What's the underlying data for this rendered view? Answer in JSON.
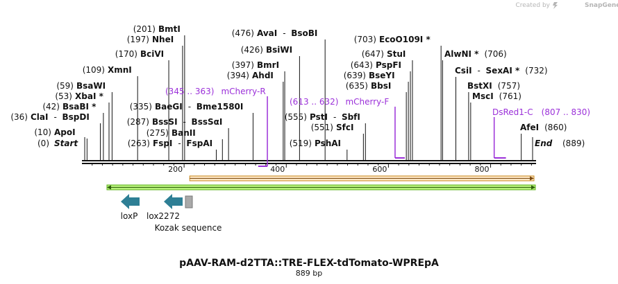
{
  "credit": {
    "prefix": "Created by",
    "brand": "SnapGene"
  },
  "map": {
    "title": "pAAV-RAM-d2TTA::TRE-FLEX-tdTomato-WPREpA",
    "length_label": "889 bp",
    "length_bp": 889,
    "start_label": "Start",
    "end_label": "End",
    "start_pos": "(0)",
    "end_pos": "(889)",
    "ticks": [
      "200",
      "400",
      "600",
      "800"
    ]
  },
  "enzymes": [
    {
      "name": "ApoI",
      "pos": "(10)",
      "bp": 10
    },
    {
      "name": "ClaI",
      "pos": "(36)",
      "bp": 36,
      "partner": "BspDI"
    },
    {
      "name": "BsaBI *",
      "pos": "(42)",
      "bp": 42
    },
    {
      "name": "XbaI *",
      "pos": "(53)",
      "bp": 53
    },
    {
      "name": "BsaWI",
      "pos": "(59)",
      "bp": 59
    },
    {
      "name": "XmnI",
      "pos": "(109)",
      "bp": 109
    },
    {
      "name": "BciVI",
      "pos": "(170)",
      "bp": 170
    },
    {
      "name": "NheI",
      "pos": "(197)",
      "bp": 197
    },
    {
      "name": "BmtI",
      "pos": "(201)",
      "bp": 201
    },
    {
      "name": "FspI",
      "pos": "(263)",
      "bp": 263,
      "partner": "FspAI"
    },
    {
      "name": "BanII",
      "pos": "(275)",
      "bp": 275
    },
    {
      "name": "BssSI",
      "pos": "(287)",
      "bp": 287,
      "partner": "BssSαI"
    },
    {
      "name": "BaeGI",
      "pos": "(335)",
      "bp": 335,
      "partner": "Bme1580I"
    },
    {
      "name": "AhdI",
      "pos": "(394)",
      "bp": 394
    },
    {
      "name": "BmrI",
      "pos": "(397)",
      "bp": 397
    },
    {
      "name": "BsiWI",
      "pos": "(426)",
      "bp": 426
    },
    {
      "name": "AvaI",
      "pos": "(476)",
      "bp": 476,
      "partner": "BsoBI"
    },
    {
      "name": "PshAI",
      "pos": "(519)",
      "bp": 519
    },
    {
      "name": "SfcI",
      "pos": "(551)",
      "bp": 551
    },
    {
      "name": "PstI",
      "pos": "(555)",
      "bp": 555,
      "partner": "SbfI"
    },
    {
      "name": "BbsI",
      "pos": "(635)",
      "bp": 635
    },
    {
      "name": "BseYI",
      "pos": "(639)",
      "bp": 639
    },
    {
      "name": "PspFI",
      "pos": "(643)",
      "bp": 643
    },
    {
      "name": "StuI",
      "pos": "(647)",
      "bp": 647
    },
    {
      "name": "EcoO109I *",
      "pos": "(703)",
      "bp": 703
    },
    {
      "name": "AlwNI *",
      "pos": "(706)",
      "bp": 706
    },
    {
      "name": "CsiI",
      "pos": "(732)",
      "bp": 732,
      "partner": "SexAI *"
    },
    {
      "name": "BstXI",
      "pos": "(757)",
      "bp": 757
    },
    {
      "name": "MscI",
      "pos": "(761)",
      "bp": 761
    },
    {
      "name": "AfeI",
      "pos": "(860)",
      "bp": 860
    }
  ],
  "primers": [
    {
      "range": "(345 .. 363)",
      "name": "mCherry-R",
      "start": 345,
      "end": 363,
      "color": "#9b30d9"
    },
    {
      "range": "(613 .. 632)",
      "name": "mCherry-F",
      "start": 613,
      "end": 632,
      "color": "#9b30d9"
    },
    {
      "range": "(807 .. 830)",
      "name": "DsRed1-C",
      "start": 807,
      "end": 830,
      "color": "#9b30d9"
    }
  ],
  "features": [
    {
      "name": "loxP",
      "color": "#2e7f95"
    },
    {
      "name": "lox2272",
      "color": "#2e7f95"
    },
    {
      "name": "Kozak sequence",
      "color": "#a9a9a9"
    }
  ],
  "bars": {
    "orange": {
      "color": "#f0a830",
      "start": 211,
      "end": 889
    },
    "green": {
      "color": "#8ee03a",
      "start": 51,
      "end": 889
    }
  }
}
